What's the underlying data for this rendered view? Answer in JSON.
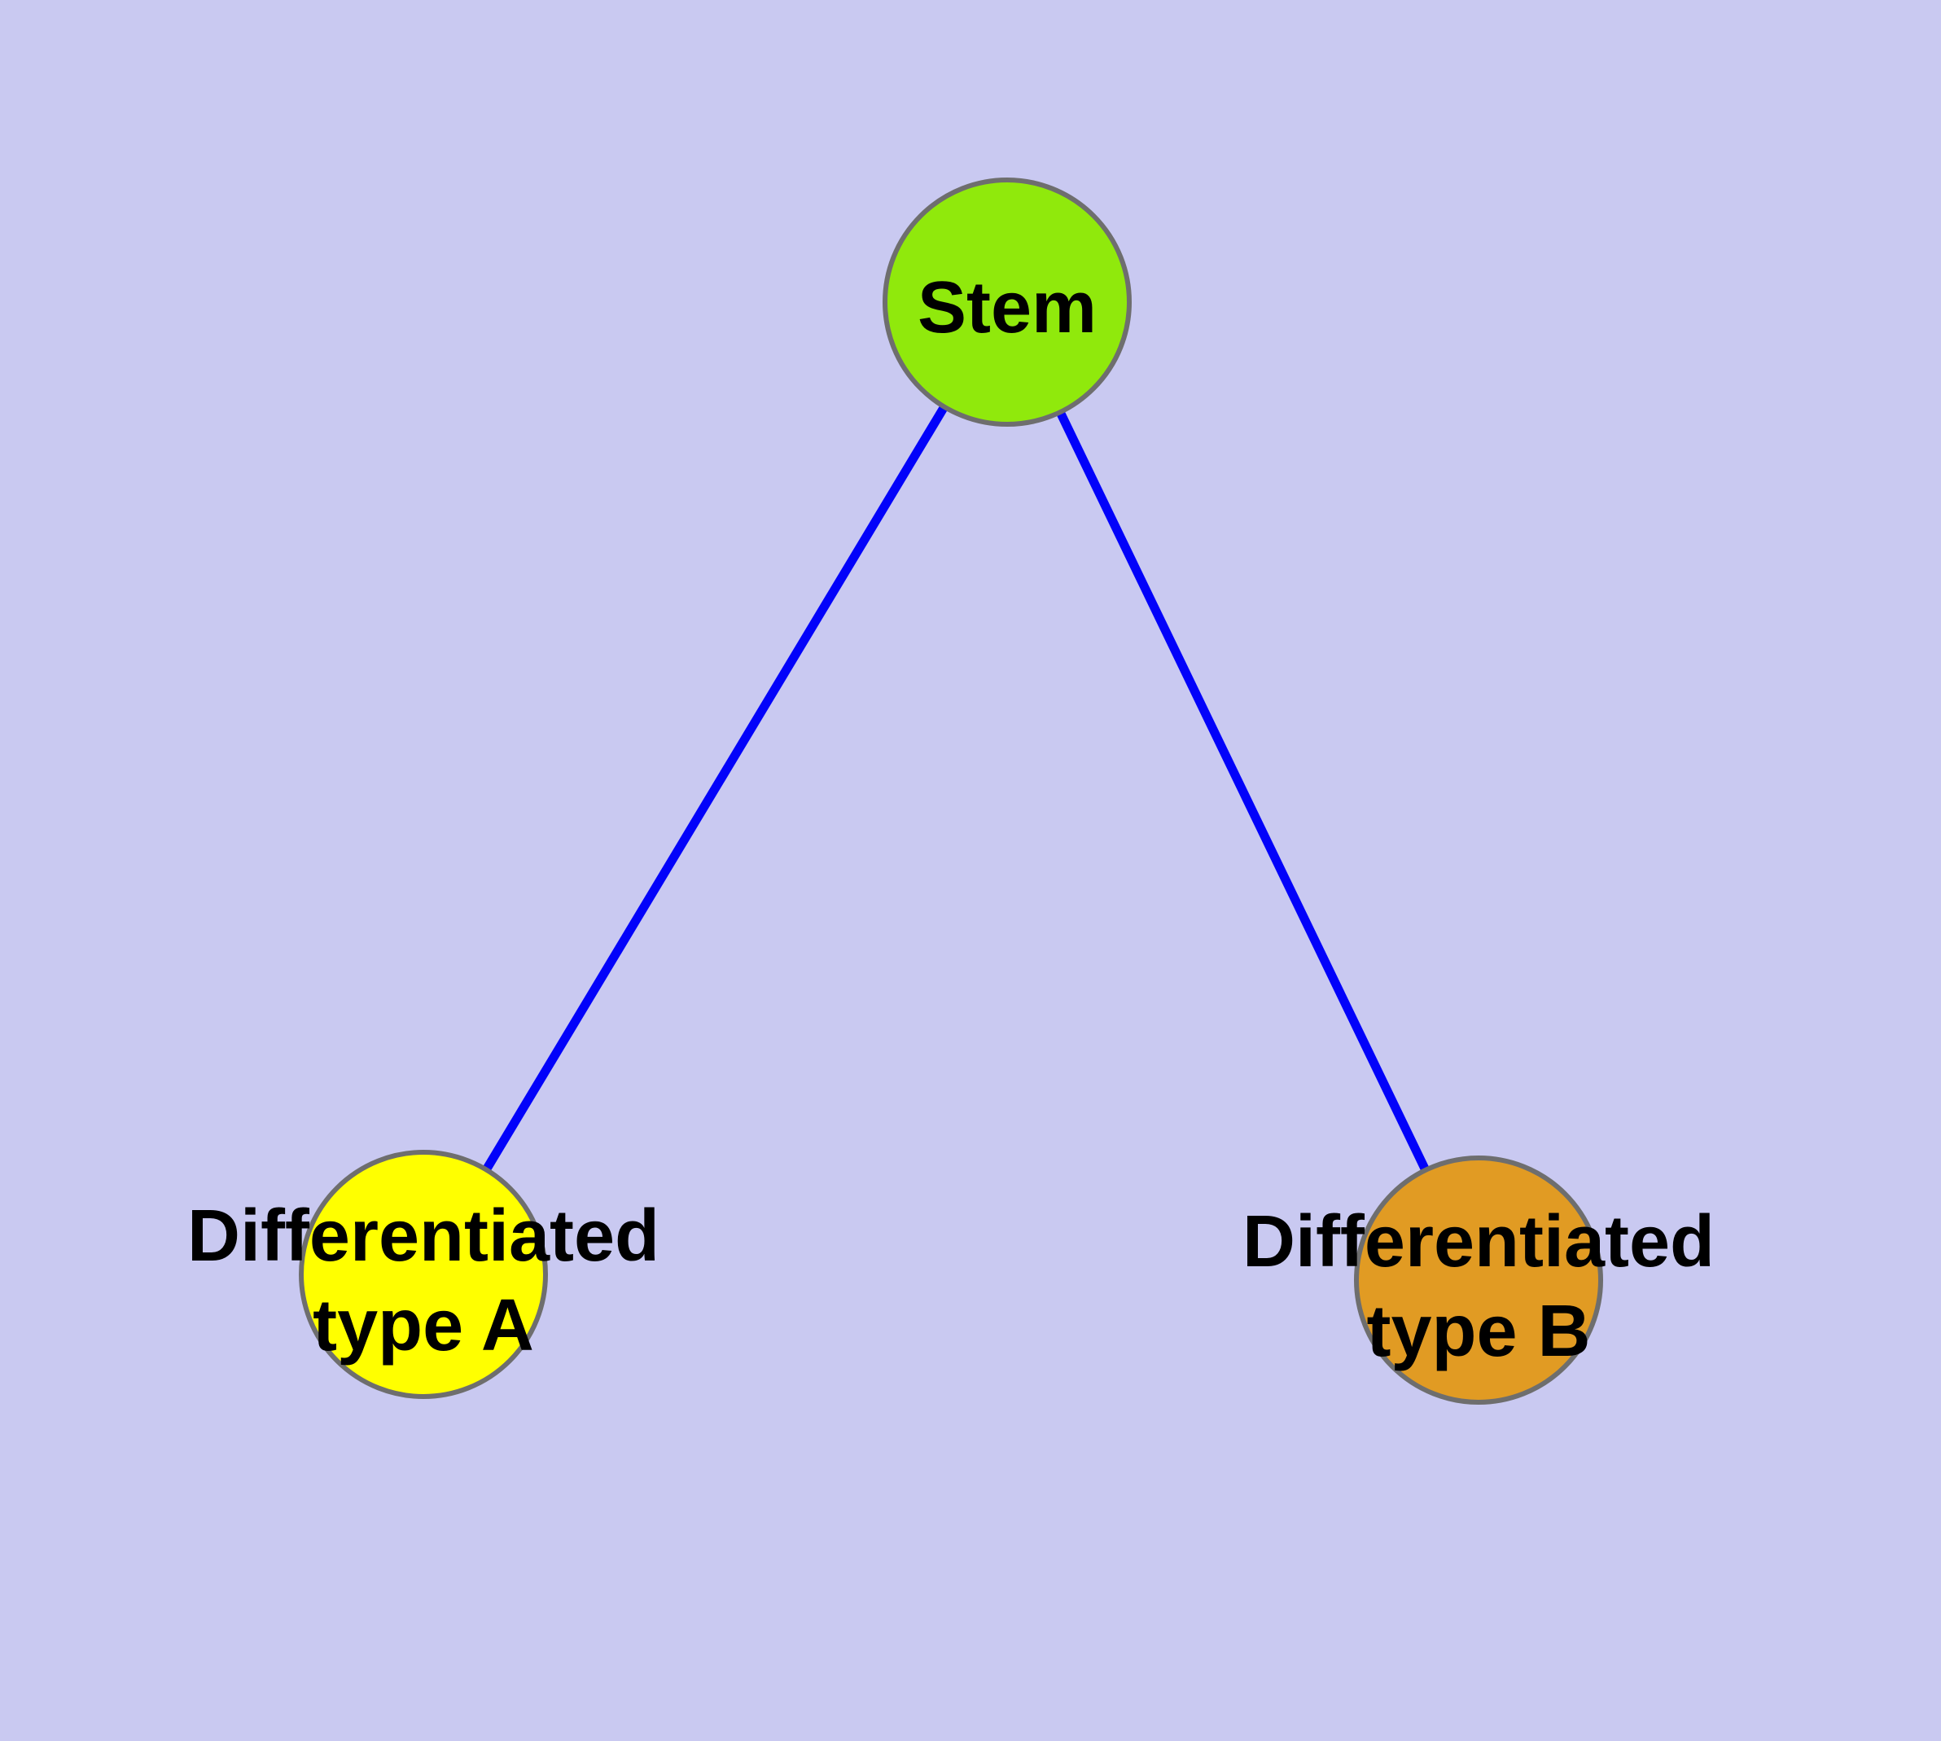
{
  "diagram": {
    "background_color": "#c9c9f1",
    "edge_color": "#0202fa",
    "node_border_color": "#6e6e6e",
    "label_color": "#000000",
    "nodes": {
      "stem": {
        "label": "Stem",
        "fill": "#90e90c"
      },
      "type_a": {
        "label_line1": "Differentiated",
        "label_line2": "type A",
        "fill": "#ffff00"
      },
      "type_b": {
        "label_line1": "Differentiated",
        "label_line2": "type B",
        "fill": "#e19b23"
      }
    },
    "edges": [
      {
        "from": "Stem",
        "to": "Differentiated type A"
      },
      {
        "from": "Stem",
        "to": "Differentiated type B"
      }
    ]
  }
}
